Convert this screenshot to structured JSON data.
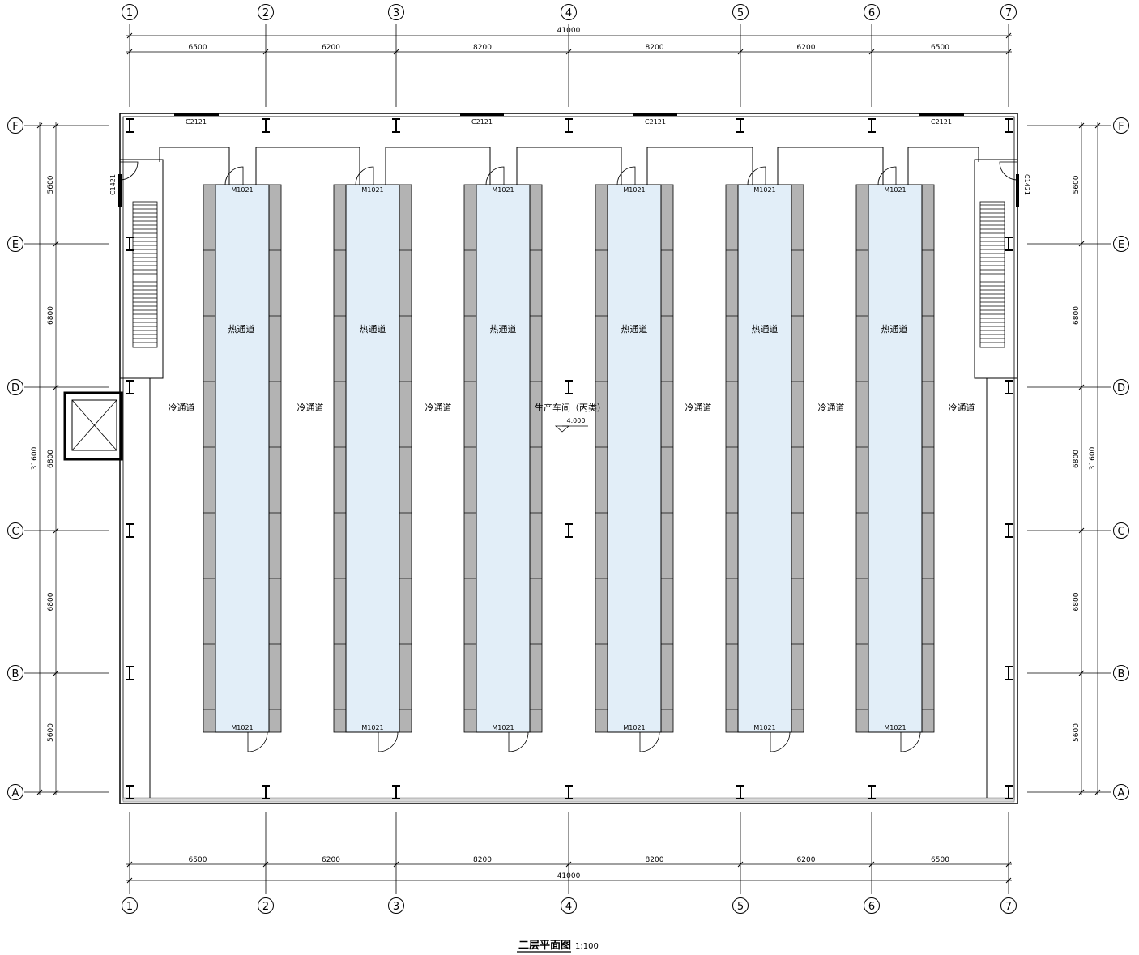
{
  "drawing": {
    "title": "二层平面图",
    "scale": "1:100"
  },
  "grid": {
    "columns": [
      "1",
      "2",
      "3",
      "4",
      "5",
      "6",
      "7"
    ],
    "rows": [
      "F",
      "E",
      "D",
      "C",
      "B",
      "A"
    ]
  },
  "dimensions": {
    "horizontal_total": "41000",
    "horizontal_spans": [
      "6500",
      "6200",
      "8200",
      "8200",
      "6200",
      "6500"
    ],
    "vertical_total": "31600",
    "vertical_spans": [
      "5600",
      "6800",
      "6800",
      "6800",
      "5600"
    ]
  },
  "labels": {
    "windows_top": [
      "C2121",
      "C2121",
      "C2121",
      "C2121"
    ],
    "windows_side": [
      "C1421",
      "C1421"
    ],
    "hot_aisle": "热通道",
    "cold_aisle": "冷通道",
    "room_name": "生产车间（丙类）",
    "elevation": "4.000",
    "door_code": "M1021"
  },
  "colors": {
    "hot_aisle_fill": "#e2eef8",
    "rack_fill": "#b3b3b3",
    "line": "#000000"
  }
}
